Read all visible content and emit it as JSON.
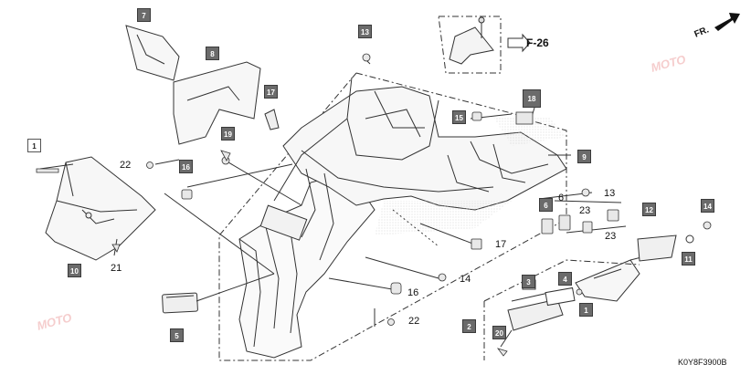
{
  "diagram": {
    "code": "K0Y8F3900B",
    "orientation_label": "FR.",
    "reference_label": "F-26",
    "watermark_text": "MOTO",
    "part_tags": [
      "1",
      "2",
      "3",
      "4",
      "5",
      "6",
      "7",
      "8",
      "9",
      "10",
      "11",
      "12",
      "13",
      "14",
      "15",
      "16",
      "17",
      "18",
      "19",
      "20"
    ],
    "plain_numbers": {
      "n22a": "22",
      "n17": "17",
      "n14": "14",
      "n16": "16",
      "n22b": "22",
      "n21": "21",
      "n13": "13",
      "n6": "6",
      "n23a": "23",
      "n23b": "23"
    },
    "colors": {
      "tag_fill": "#6b6b6b",
      "line": "#333333",
      "watermark": "#f2b8b8"
    }
  }
}
